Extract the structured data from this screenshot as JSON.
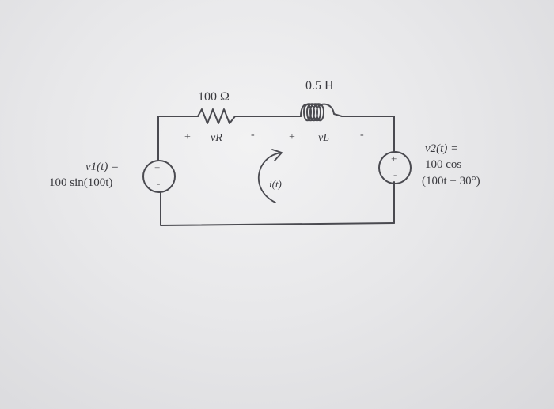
{
  "diagram": {
    "resistor": {
      "value": "100 Ω"
    },
    "inductor": {
      "value": "0.5 H"
    },
    "labels": {
      "vR": "vR",
      "vL": "vL",
      "current": "i(t)",
      "plus_R": "+",
      "minus_R": "-",
      "plus_L": "+",
      "minus_L": "-"
    },
    "source1": {
      "line1": "v1(t) =",
      "line2": "100 sin(100t)",
      "plus": "+",
      "minus": "-"
    },
    "source2": {
      "line1": "v2(t) =",
      "line2": "100 cos",
      "line3": "(100t + 30°)",
      "plus": "+",
      "minus": "-"
    },
    "colors": {
      "wire": "#4a4a50",
      "text": "#3a3a3f",
      "background": "#e8e8ea"
    }
  }
}
